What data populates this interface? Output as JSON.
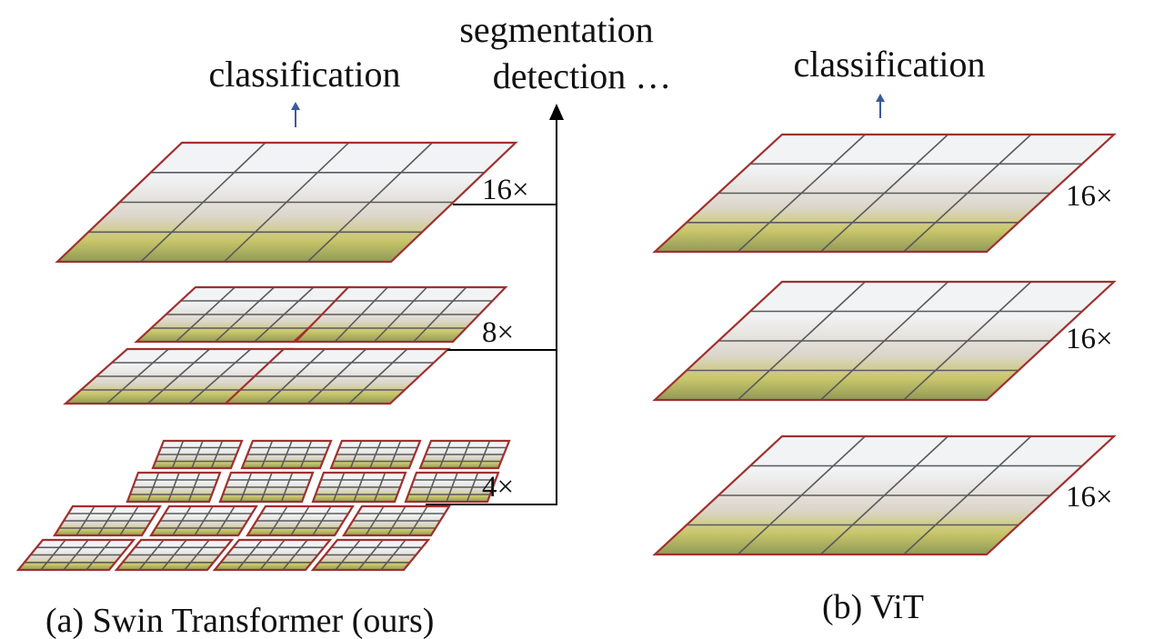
{
  "colors": {
    "patch_border": "#a0302e",
    "grid_line": "#5a5a5a",
    "arrow_blue": "#3a5a9a",
    "line_black": "#000000",
    "sky": "#f1f3f5",
    "building": "#dcd6cb",
    "foliage": "#c9c66a",
    "foliage_dark": "#8f9a57"
  },
  "swin": {
    "top_label": "classification",
    "dense_label_line1": "segmentation",
    "dense_label_line2": "detection …",
    "caption": "(a) Swin Transformer (ours)",
    "levels": [
      {
        "factor": "16×",
        "windows_per_side": 1,
        "patches_per_window": 4
      },
      {
        "factor": "8×",
        "windows_per_side": 2,
        "patches_per_window": 4
      },
      {
        "factor": "4×",
        "windows_per_side": 4,
        "patches_per_window": 4
      }
    ]
  },
  "vit": {
    "top_label": "classification",
    "caption": "(b) ViT",
    "levels": [
      {
        "factor": "16×",
        "patches_per_side": 4
      },
      {
        "factor": "16×",
        "patches_per_side": 4
      },
      {
        "factor": "16×",
        "patches_per_side": 4
      }
    ]
  }
}
